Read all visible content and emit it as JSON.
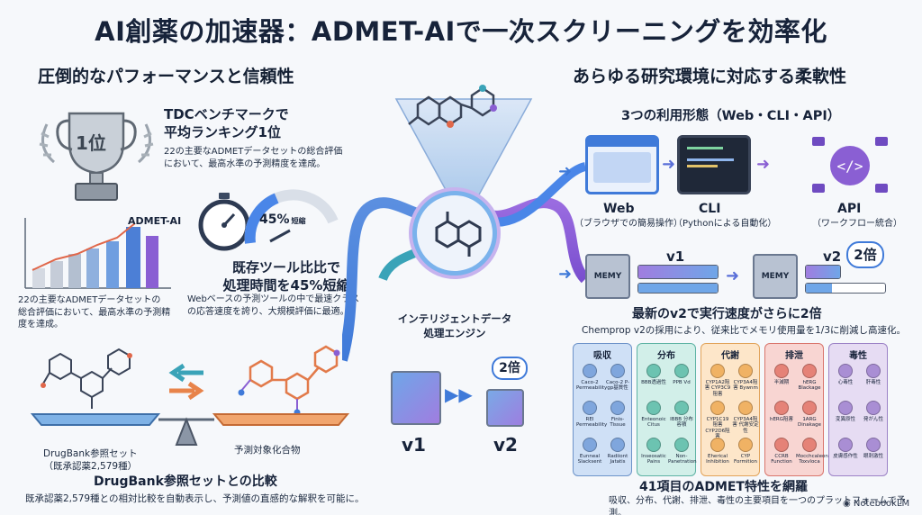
{
  "title": "AI創薬の加速器：ADMET-AIで一次スクリーニングを効率化",
  "left": {
    "heading": "圧倒的なパフォーマンスと信頼性",
    "trophy_label": "1位",
    "tdc_title": "TDCベンチマークで\n平均ランキング1位",
    "tdc_desc": "22の主要なADMETデータセットの総合評価\nにおいて、最高水準の予測精度を達成。",
    "chart_label": "ADMET-AI",
    "chart_desc": "22の主要なADMETデータセットの\n総合評価において、最高水準の予測精\n度を達成。",
    "speed_value": "45%",
    "speed_unit": "短縮",
    "speed_progress": 0.45,
    "speed_title": "既存ツール比比で\n処理時間を45%短縮",
    "speed_desc": "Webベースの予測ツールの中で最速クラス\nの応答速度を誇り、大規模評価に最適。",
    "drugbank_left": "DrugBank参照セット\n（既承認薬2,579種）",
    "drugbank_right": "予測対象化合物",
    "compare_title": "DrugBank参照セットとの比較",
    "compare_desc": "既承認薬2,579種との相対比較を自動表示し、予測値の直感的な解釈を可能に。"
  },
  "center": {
    "engine_label": "インテリジェントデータ\n処理エンジン",
    "v1": "v1",
    "v2": "v2",
    "badge": "2倍"
  },
  "right": {
    "heading": "あらゆる研究環境に対応する柔軟性",
    "usage_title": "3つの利用形態（Web・CLI・API）",
    "modes": [
      {
        "name": "Web",
        "sub": "（ブラウザでの簡易操作）"
      },
      {
        "name": "CLI",
        "sub": "（Pythonによる自動化）"
      },
      {
        "name": "API",
        "sub": "（ワークフロー統合）"
      }
    ],
    "chip_label": "MEMY",
    "v1": "v1",
    "v2": "v2",
    "badge": "2倍",
    "v2_title": "最新のv2で実行速度がさらに2倍",
    "v2_desc": "Chemprop v2の採用により、従来比でメモリ使用量を1/3に削減し高速化。",
    "categories": [
      {
        "name": "吸収",
        "color": "#cfe0f6",
        "border": "#6d93c9",
        "dot": "#7fa6dd",
        "items": [
          "Caco-2 Permeability",
          "Caco-2 P-gp基質性",
          "REI Permeability",
          "Finis-Tissue",
          "Eunneal Slacksent",
          "Radiiont Jatatis"
        ]
      },
      {
        "name": "分布",
        "color": "#d2efe9",
        "border": "#5eb3a4",
        "dot": "#6cc3b1",
        "items": [
          "BBB透過性",
          "PPB Vd",
          "Enteonoic Citus",
          "IBBB 分布容積",
          "Inseosatic Pains",
          "Non-Panetration"
        ]
      },
      {
        "name": "代謝",
        "color": "#fde6c9",
        "border": "#e2a35a",
        "dot": "#f0b264",
        "items": [
          "CYP1A2阻害 CYP3C9阻害",
          "CYP3A4阻害 Bywnm",
          "CYP1C19阻害 CYP2D6阻害",
          "CYP3A4阻害 代謝安定性",
          "Eherical Inhibition",
          "CYP Formition"
        ]
      },
      {
        "name": "排泄",
        "color": "#f8d5d2",
        "border": "#d9756c",
        "dot": "#e58277",
        "items": [
          "半減期",
          "hERG Blackage",
          "hERG阻害",
          "1ARG Dinakage",
          "CCRB Function",
          "Mocchcaleon Toxvloca"
        ]
      },
      {
        "name": "毒性",
        "color": "#e6dcf3",
        "border": "#9c82c6",
        "dot": "#a98ed4",
        "items": [
          "心毒性",
          "肝毒性",
          "変異原性",
          "発がん性",
          "皮膚感作性",
          "眼刺激性"
        ]
      }
    ],
    "props_title": "41項目のADMET特性を網羅",
    "props_desc": "吸収、分布、代謝、排泄、毒性の主要項目を一つのプラットフォームで予測。"
  },
  "watermark": "NotebookLM",
  "icons": [
    "trophy-icon",
    "stopwatch-icon",
    "gauge-icon",
    "molecule-icon",
    "funnel-icon",
    "processor-icon",
    "browser-icon",
    "terminal-icon",
    "api-gear-icon",
    "balance-scale-icon",
    "arrow-icon"
  ],
  "colors": {
    "blue": "#3f7ad9",
    "purple": "#8c56d3",
    "teal": "#2fa3b8",
    "cyan": "#47c2e0",
    "orange": "#e8834a"
  }
}
